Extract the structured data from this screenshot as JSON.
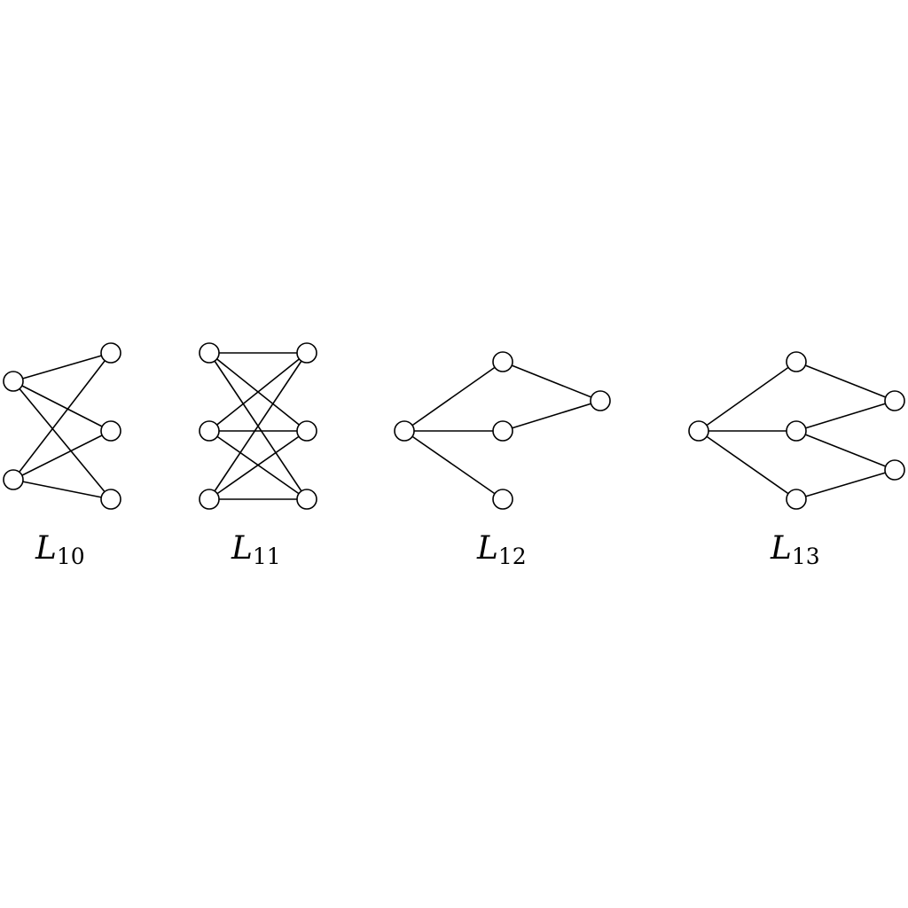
{
  "graphs": [
    {
      "label": "L",
      "subscript": "10",
      "nodes": [
        "a1",
        "a2",
        "b1",
        "b2",
        "b3"
      ],
      "edges": [
        [
          "a1",
          "b1"
        ],
        [
          "a1",
          "b2"
        ],
        [
          "a1",
          "b3"
        ],
        [
          "a2",
          "b1"
        ],
        [
          "a2",
          "b2"
        ],
        [
          "a2",
          "b3"
        ]
      ]
    },
    {
      "label": "L",
      "subscript": "11",
      "nodes": [
        "a1",
        "a2",
        "a3",
        "b1",
        "b2",
        "b3"
      ],
      "edges": [
        [
          "a1",
          "b1"
        ],
        [
          "a1",
          "b2"
        ],
        [
          "a1",
          "b3"
        ],
        [
          "a2",
          "b1"
        ],
        [
          "a2",
          "b2"
        ],
        [
          "a2",
          "b3"
        ],
        [
          "a3",
          "b1"
        ],
        [
          "a3",
          "b2"
        ],
        [
          "a3",
          "b3"
        ]
      ]
    },
    {
      "label": "L",
      "subscript": "12",
      "nodes": [
        "root",
        "m1",
        "m2",
        "m3",
        "r1"
      ],
      "edges": [
        [
          "root",
          "m1"
        ],
        [
          "root",
          "m2"
        ],
        [
          "root",
          "m3"
        ],
        [
          "m1",
          "r1"
        ],
        [
          "m2",
          "r1"
        ]
      ]
    },
    {
      "label": "L",
      "subscript": "13",
      "nodes": [
        "root",
        "m1",
        "m2",
        "m3",
        "r1",
        "r2"
      ],
      "edges": [
        [
          "root",
          "m1"
        ],
        [
          "root",
          "m2"
        ],
        [
          "root",
          "m3"
        ],
        [
          "m1",
          "r1"
        ],
        [
          "m2",
          "r1"
        ],
        [
          "m2",
          "r2"
        ],
        [
          "m3",
          "r2"
        ]
      ]
    }
  ],
  "colors": {
    "stroke": "#000000",
    "node_fill": "#ffffff",
    "background": "#ffffff"
  }
}
